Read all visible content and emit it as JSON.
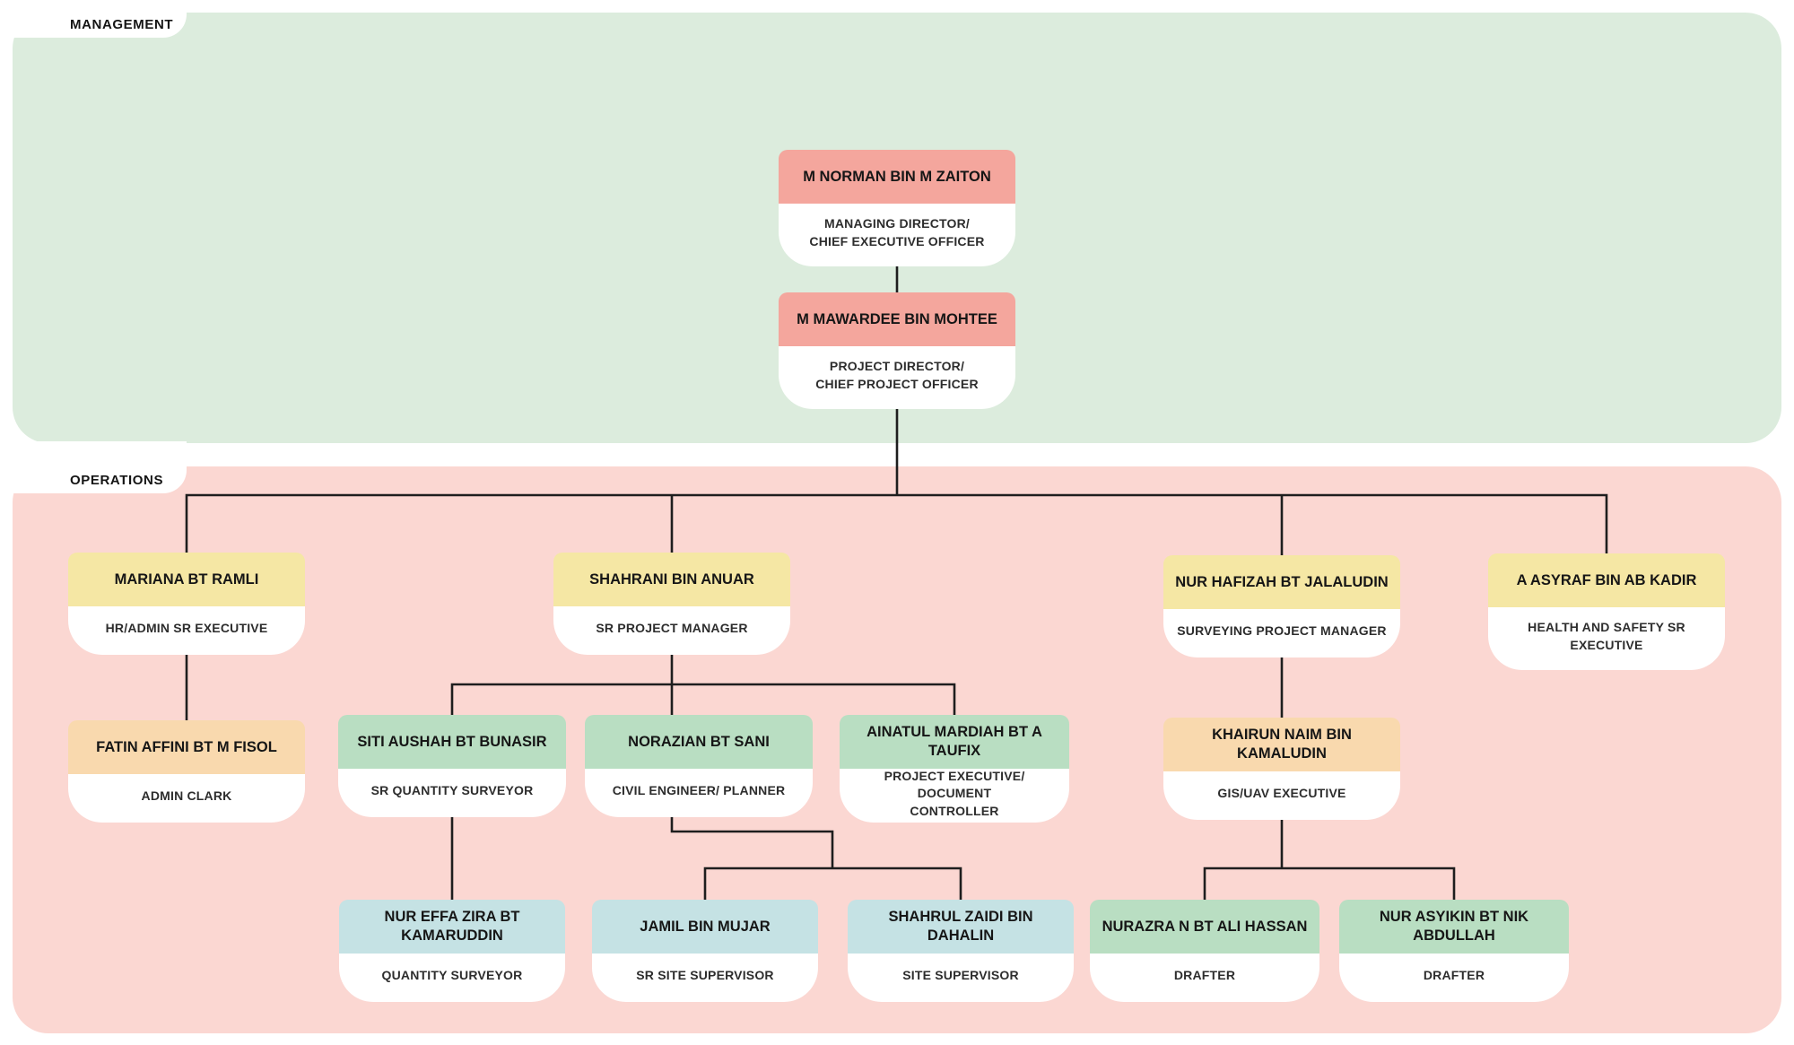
{
  "colors": {
    "management_bg": "#dcecdd",
    "operations_bg": "#fbd7d2",
    "salmon": "#f4a69d",
    "yellow": "#f5e7a4",
    "orange": "#f9d9ae",
    "green": "#b9dec2",
    "blue": "#c5e2e4",
    "card_body": "#ffffff",
    "connector": "#1e1e1e"
  },
  "sections": [
    {
      "id": "management",
      "label": "MANAGEMENT"
    },
    {
      "id": "operations",
      "label": "OPERATIONS"
    }
  ],
  "cards": [
    {
      "id": "norman",
      "section": "management",
      "color": "salmon",
      "reports_to": null,
      "name": "M NORMAN BIN M ZAITON",
      "role": "MANAGING DIRECTOR/\nCHIEF EXECUTIVE OFFICER"
    },
    {
      "id": "mawardee",
      "section": "management",
      "color": "salmon",
      "reports_to": "norman",
      "name": "M MAWARDEE BIN MOHTEE",
      "role": "PROJECT DIRECTOR/\nCHIEF PROJECT OFFICER"
    },
    {
      "id": "mariana",
      "section": "operations",
      "color": "yellow",
      "reports_to": "mawardee",
      "name": "MARIANA BT RAMLI",
      "role": "HR/ADMIN SR EXECUTIVE"
    },
    {
      "id": "shahrani",
      "section": "operations",
      "color": "yellow",
      "reports_to": "mawardee",
      "name": "SHAHRANI BIN ANUAR",
      "role": "SR PROJECT MANAGER"
    },
    {
      "id": "hafizah",
      "section": "operations",
      "color": "yellow",
      "reports_to": "mawardee",
      "name": "NUR HAFIZAH BT JALALUDIN",
      "role": "SURVEYING PROJECT MANAGER"
    },
    {
      "id": "asyraf",
      "section": "operations",
      "color": "yellow",
      "reports_to": "mawardee",
      "name": "A ASYRAF BIN AB KADIR",
      "role": "HEALTH AND SAFETY SR\nEXECUTIVE"
    },
    {
      "id": "fatin",
      "section": "operations",
      "color": "orange",
      "reports_to": "mariana",
      "name": "FATIN AFFINI BT M FISOL",
      "role": "ADMIN CLARK"
    },
    {
      "id": "siti",
      "section": "operations",
      "color": "green",
      "reports_to": "shahrani",
      "name": "SITI AUSHAH BT BUNASIR",
      "role": "SR QUANTITY SURVEYOR"
    },
    {
      "id": "norazian",
      "section": "operations",
      "color": "green",
      "reports_to": "shahrani",
      "name": "NORAZIAN BT SANI",
      "role": "CIVIL ENGINEER/ PLANNER"
    },
    {
      "id": "ainatul",
      "section": "operations",
      "color": "green",
      "reports_to": "shahrani",
      "name": "AINATUL MARDIAH BT A\nTAUFIX",
      "role": "PROJECT EXECUTIVE/ DOCUMENT\nCONTROLLER"
    },
    {
      "id": "khairun",
      "section": "operations",
      "color": "orange",
      "reports_to": "hafizah",
      "name": "KHAIRUN NAIM BIN\nKAMALUDIN",
      "role": "GIS/UAV EXECUTIVE"
    },
    {
      "id": "nureffa",
      "section": "operations",
      "color": "blue",
      "reports_to": "siti",
      "name": "NUR EFFA ZIRA BT\nKAMARUDDIN",
      "role": "QUANTITY SURVEYOR"
    },
    {
      "id": "jamil",
      "section": "operations",
      "color": "blue",
      "reports_to": "norazian",
      "name": "JAMIL BIN MUJAR",
      "role": "SR SITE SUPERVISOR"
    },
    {
      "id": "shahrul",
      "section": "operations",
      "color": "blue",
      "reports_to": "norazian",
      "name": "SHAHRUL ZAIDI BIN\nDAHALIN",
      "role": "SITE SUPERVISOR"
    },
    {
      "id": "nurazra",
      "section": "operations",
      "color": "green",
      "reports_to": "khairun",
      "name": "NURAZRA N BT ALI HASSAN",
      "role": "DRAFTER"
    },
    {
      "id": "asyikin",
      "section": "operations",
      "color": "green",
      "reports_to": "khairun",
      "name": "NUR ASYIKIN BT NIK\nABDULLAH",
      "role": "DRAFTER"
    }
  ]
}
